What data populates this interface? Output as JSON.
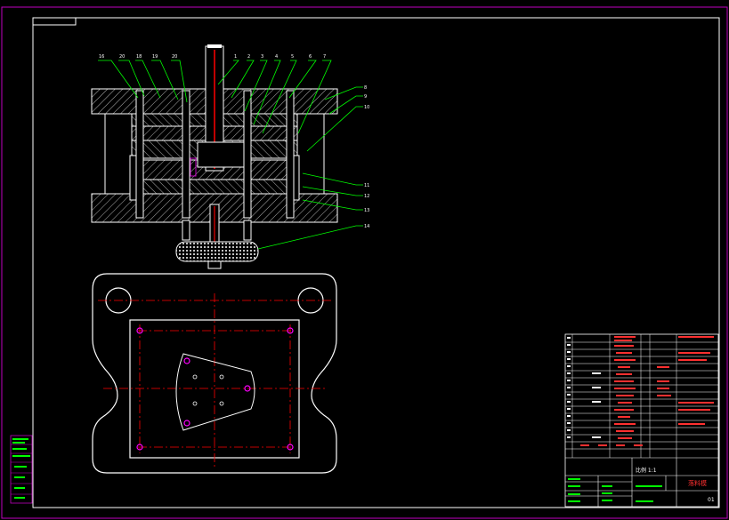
{
  "colors": {
    "background": "#000000",
    "frame": "#c000c0",
    "drawing": "#ffffff",
    "callout": "#00ff00",
    "center_line": "#ff0000",
    "title_text": "#ff3030",
    "hole_marker": "#ff00ff",
    "dark_red": "#c00000"
  },
  "callouts_top": [
    "16",
    "20",
    "18",
    "19",
    "20",
    "1",
    "2",
    "3",
    "4",
    "5",
    "6",
    "7"
  ],
  "callouts_right": [
    "8",
    "9",
    "10",
    "11",
    "12",
    "13",
    "14"
  ],
  "title_block": {
    "scale_text": "比例 1:1",
    "drawing_title": "落料模",
    "drawing_number": "01"
  },
  "left_strip_rows": [
    "",
    "",
    "",
    "",
    "",
    "",
    "",
    ""
  ]
}
